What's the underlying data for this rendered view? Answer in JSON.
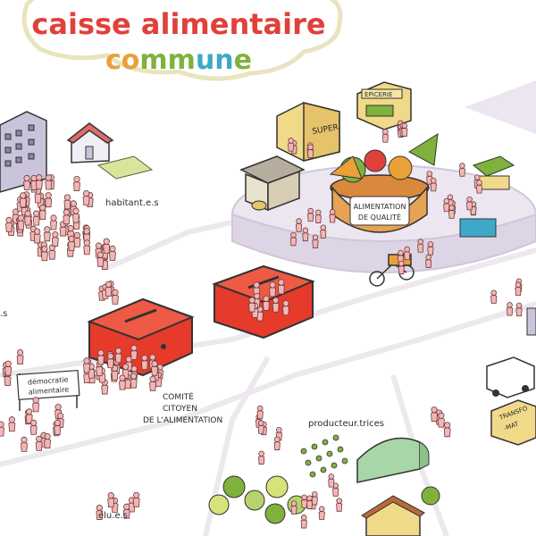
{
  "title": {
    "line1": "caisse alimentaire",
    "line2_letters": [
      {
        "ch": "c",
        "color": "#e9a13a"
      },
      {
        "ch": "o",
        "color": "#e9a13a"
      },
      {
        "ch": "m",
        "color": "#7fb23d"
      },
      {
        "ch": "m",
        "color": "#7fb23d"
      },
      {
        "ch": "u",
        "color": "#3fa8c9"
      },
      {
        "ch": "n",
        "color": "#3fa8c9"
      },
      {
        "ch": "e",
        "color": "#7fb23d"
      }
    ]
  },
  "labels": {
    "habitants": "habitant.e.s",
    "s_left": ".s",
    "democratie_line1": "démocratie",
    "democratie_line2": "alimentaire",
    "comite_line1": "COMITÉ",
    "comite_line2": "CITOYEN",
    "comite_line3": "DE L'ALIMENTATION",
    "producteurs": "producteur.trices",
    "elus": "élu.e.s",
    "alimentation_line1": "ALIMENTATION",
    "alimentation_line2": "DE QUALITÉ",
    "super": "SUPER",
    "epicerie": "EPICERIE",
    "transfo": "TRANSFO",
    "transfo2": "-MAT"
  },
  "colors": {
    "person": "#f2b6b6",
    "person_stroke": "#6b3b3b",
    "cashbox": "#e63a2b",
    "platform": "#e6e0ee",
    "ground_line": "#e9e7ea"
  }
}
